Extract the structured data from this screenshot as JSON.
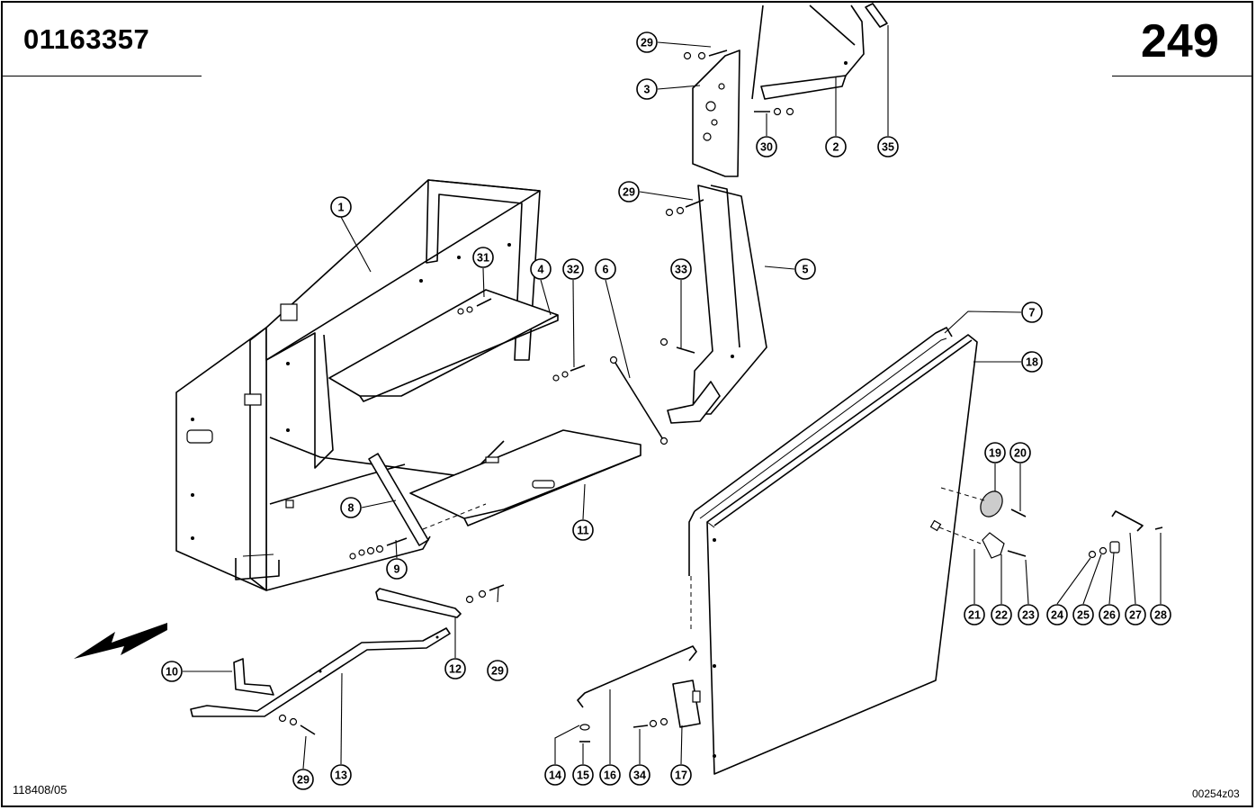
{
  "header": {
    "document_number": "01163357",
    "page_number": "249"
  },
  "footer": {
    "left_reference": "118408/05",
    "right_reference": "00254z03"
  },
  "callouts": [
    {
      "id": "c1",
      "label": "1"
    },
    {
      "id": "c2",
      "label": "2"
    },
    {
      "id": "c3",
      "label": "3"
    },
    {
      "id": "c4",
      "label": "4"
    },
    {
      "id": "c5",
      "label": "5"
    },
    {
      "id": "c6",
      "label": "6"
    },
    {
      "id": "c7",
      "label": "7"
    },
    {
      "id": "c8",
      "label": "8"
    },
    {
      "id": "c9",
      "label": "9"
    },
    {
      "id": "c10",
      "label": "10"
    },
    {
      "id": "c11",
      "label": "11"
    },
    {
      "id": "c12",
      "label": "12"
    },
    {
      "id": "c13",
      "label": "13"
    },
    {
      "id": "c14",
      "label": "14"
    },
    {
      "id": "c15",
      "label": "15"
    },
    {
      "id": "c16",
      "label": "16"
    },
    {
      "id": "c17",
      "label": "17"
    },
    {
      "id": "c18",
      "label": "18"
    },
    {
      "id": "c19",
      "label": "19"
    },
    {
      "id": "c20",
      "label": "20"
    },
    {
      "id": "c21",
      "label": "21"
    },
    {
      "id": "c22",
      "label": "22"
    },
    {
      "id": "c23",
      "label": "23"
    },
    {
      "id": "c24",
      "label": "24"
    },
    {
      "id": "c25",
      "label": "25"
    },
    {
      "id": "c26",
      "label": "26"
    },
    {
      "id": "c27",
      "label": "27"
    },
    {
      "id": "c28",
      "label": "28"
    },
    {
      "id": "c29a",
      "label": "29"
    },
    {
      "id": "c29b",
      "label": "29"
    },
    {
      "id": "c29c",
      "label": "29"
    },
    {
      "id": "c29d",
      "label": "29"
    },
    {
      "id": "c30",
      "label": "30"
    },
    {
      "id": "c31",
      "label": "31"
    },
    {
      "id": "c32",
      "label": "32"
    },
    {
      "id": "c33",
      "label": "33"
    },
    {
      "id": "c34",
      "label": "34"
    },
    {
      "id": "c35",
      "label": "35"
    }
  ]
}
